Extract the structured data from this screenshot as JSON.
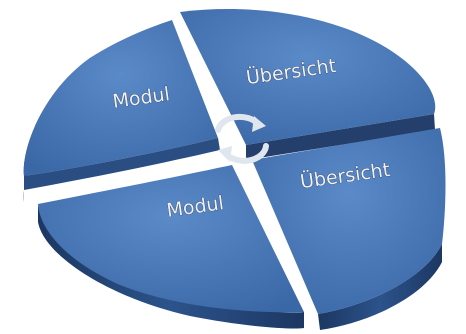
{
  "diagram": {
    "segments": [
      {
        "label": "Modul"
      },
      {
        "label": "Übersicht"
      },
      {
        "label": "Modul"
      },
      {
        "label": "Übersicht"
      }
    ],
    "center_icon": "cycle-arrows-icon",
    "colors": {
      "face": "#4a78b8",
      "face_dark": "#2f5a94",
      "side": "#2a4d82",
      "side_dark": "#1c3762",
      "label": "#f2f2f2",
      "cycle": "#dfe6ee"
    }
  }
}
